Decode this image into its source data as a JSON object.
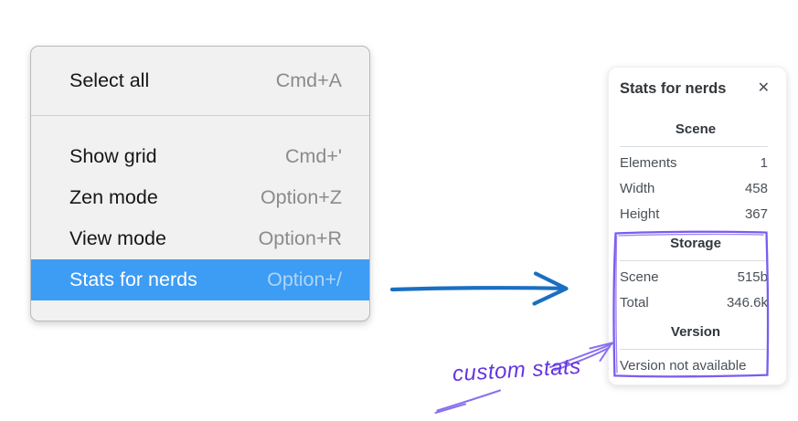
{
  "menu": {
    "items": [
      {
        "label": "Select all",
        "shortcut": "Cmd+A"
      },
      {
        "label": "Show grid",
        "shortcut": "Cmd+'"
      },
      {
        "label": "Zen mode",
        "shortcut": "Option+Z"
      },
      {
        "label": "View mode",
        "shortcut": "Option+R"
      },
      {
        "label": "Stats for nerds",
        "shortcut": "Option+/",
        "highlighted": true
      }
    ]
  },
  "stats_panel": {
    "title": "Stats for nerds",
    "close_icon": "✕",
    "scene": {
      "header": "Scene",
      "rows": [
        {
          "label": "Elements",
          "value": "1"
        },
        {
          "label": "Width",
          "value": "458"
        },
        {
          "label": "Height",
          "value": "367"
        }
      ]
    },
    "storage": {
      "header": "Storage",
      "rows": [
        {
          "label": "Scene",
          "value": "515b"
        },
        {
          "label": "Total",
          "value": "346.6k"
        }
      ]
    },
    "version": {
      "header": "Version",
      "note": "Version not available"
    }
  },
  "annotation": {
    "label": "custom stats"
  },
  "colors": {
    "menu_highlight": "#3d9cf4",
    "arrow_blue": "#1b6fc2",
    "annotation_violet": "#7a5cf0",
    "annotation_text": "#6635df"
  }
}
